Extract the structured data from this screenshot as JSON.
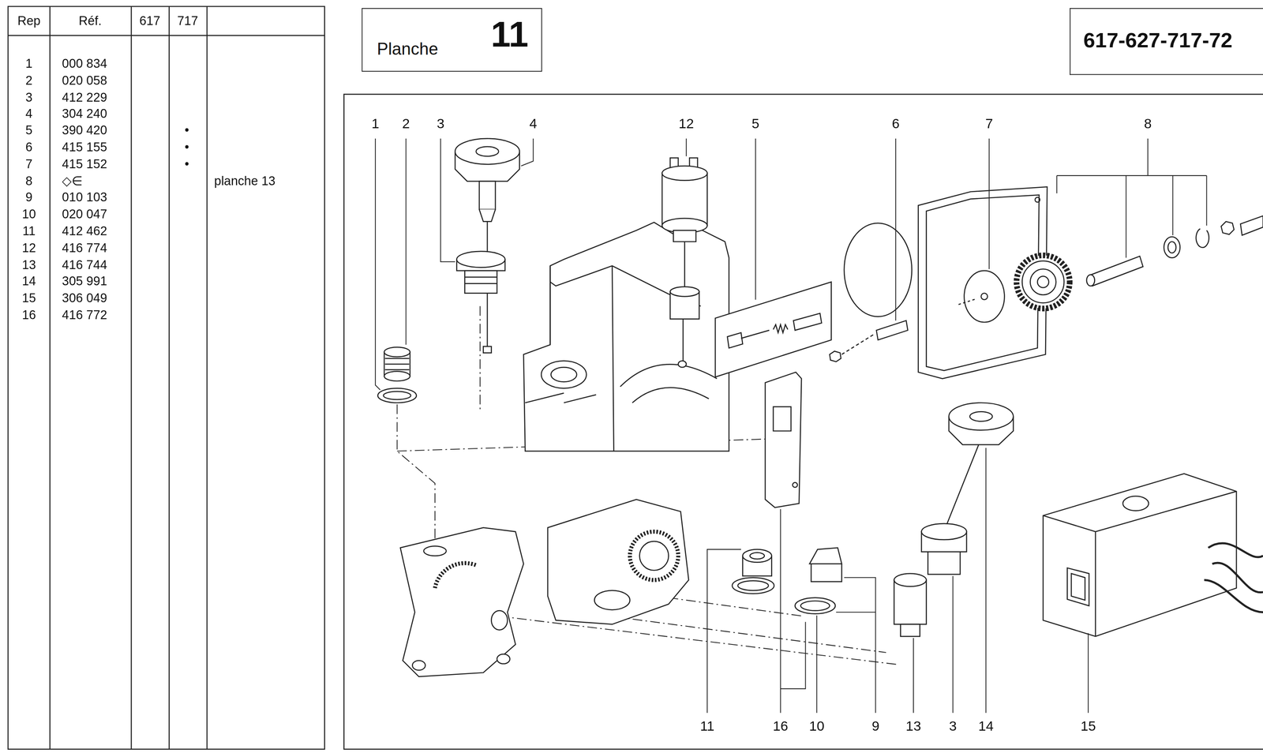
{
  "diagram": {
    "nodes": [
      {
        "text": [
          "Planche",
          "11"
        ]
      },
      {
        "text": [
          "617-627-717-72"
        ]
      }
    ],
    "labels": [
      "Rep",
      "Réf.",
      "617",
      "717",
      "1",
      "000 834",
      "2",
      "020 058",
      "3",
      "412 229",
      "4",
      "304 240",
      "5",
      "390 420",
      "•",
      "6",
      "415 155",
      "•",
      "7",
      "415 152",
      "•",
      "8",
      "◇∈",
      "planche 13",
      "9",
      "010 103",
      "10",
      "020 047",
      "11",
      "412 462",
      "12",
      "416 774",
      "13",
      "416 744",
      "14",
      "305 991",
      "15",
      "306 049",
      "16",
      "416 772",
      "1",
      "2",
      "3",
      "4",
      "12",
      "5",
      "6",
      "7",
      "8",
      "11",
      "16",
      "10",
      "9",
      "13",
      "3",
      "14",
      "15"
    ]
  }
}
